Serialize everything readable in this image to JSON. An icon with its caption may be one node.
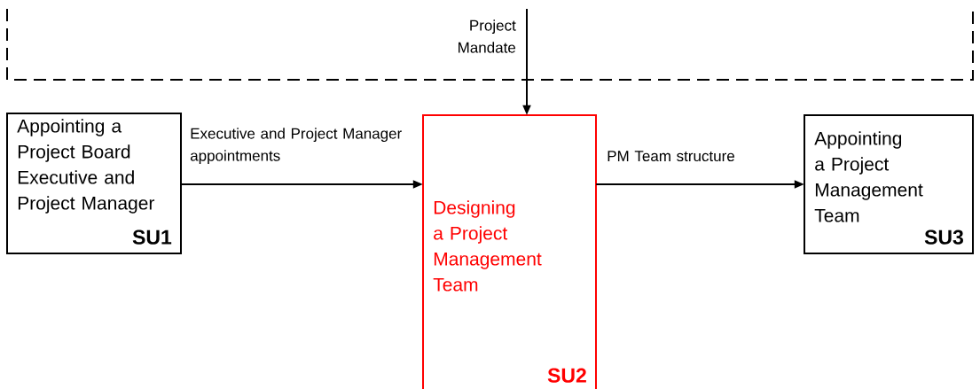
{
  "diagram": {
    "nodes": [
      {
        "text": [
          "Appointing a Project Board Executive and Project Manager",
          "SU1"
        ]
      },
      {
        "text": [
          "Designing a Project Management Team",
          "SU2"
        ]
      },
      {
        "text": [
          "Appointing a Project Management Team",
          "SU3"
        ]
      }
    ],
    "edges": [
      {
        "from": 0,
        "to": 1,
        "arrow": "to",
        "label": "Executive and Project Manager appointments"
      },
      {
        "from": 1,
        "to": 2,
        "arrow": "to",
        "label": "PM Team structure"
      },
      {
        "from": null,
        "to": 1,
        "arrow": "to",
        "label": "Project Mandate"
      }
    ]
  }
}
